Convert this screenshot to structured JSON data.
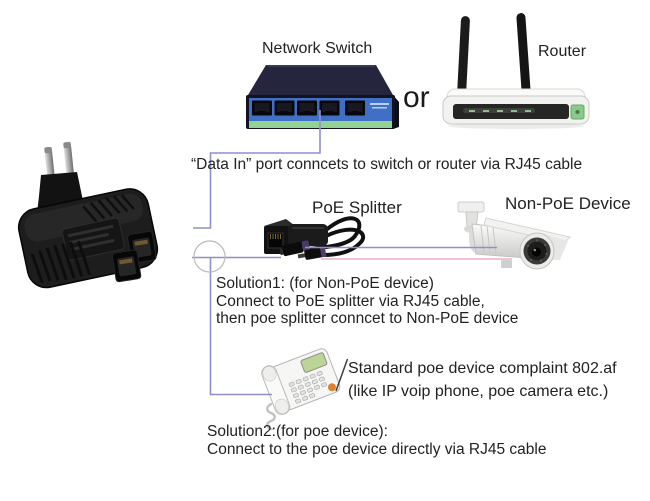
{
  "diagram": {
    "labels": {
      "network_switch": "Network Switch",
      "router": "Router",
      "or": "or",
      "poe_splitter": "PoE Splitter",
      "non_poe_device": "Non-PoE Device"
    },
    "notes": {
      "data_in": "“Data In” port conncets to switch or router via RJ45 cable",
      "solution1": {
        "line1": "Solution1: (for Non-PoE device)",
        "line2": "Connect to PoE splitter via RJ45 cable,",
        "line3": "then poe splitter conncet to Non-PoE device"
      },
      "poe_device_note": {
        "line1": "Standard poe device complaint 802.af",
        "line2": "(like IP voip phone, poe camera etc.)"
      },
      "solution2": {
        "line1": "Solution2:(for poe device):",
        "line2": "Connect to the poe device directly via RJ45 cable"
      }
    },
    "devices": [
      "poe-injector",
      "network-switch",
      "router",
      "poe-splitter",
      "non-poe-camera",
      "voip-phone"
    ],
    "colors": {
      "background": "#ffffff",
      "text": "#222222",
      "data_cable_line": "#8f8fce",
      "power_cable_line": "#eeadca",
      "junction_circle": "#b9b9c1",
      "switch_panel_blue": "#3f70c5",
      "switch_strip_green": "#93d194",
      "router_button_green": "#89c989",
      "phone_button_orange": "#df8030",
      "phone_lcd_green": "#bcd495"
    }
  }
}
